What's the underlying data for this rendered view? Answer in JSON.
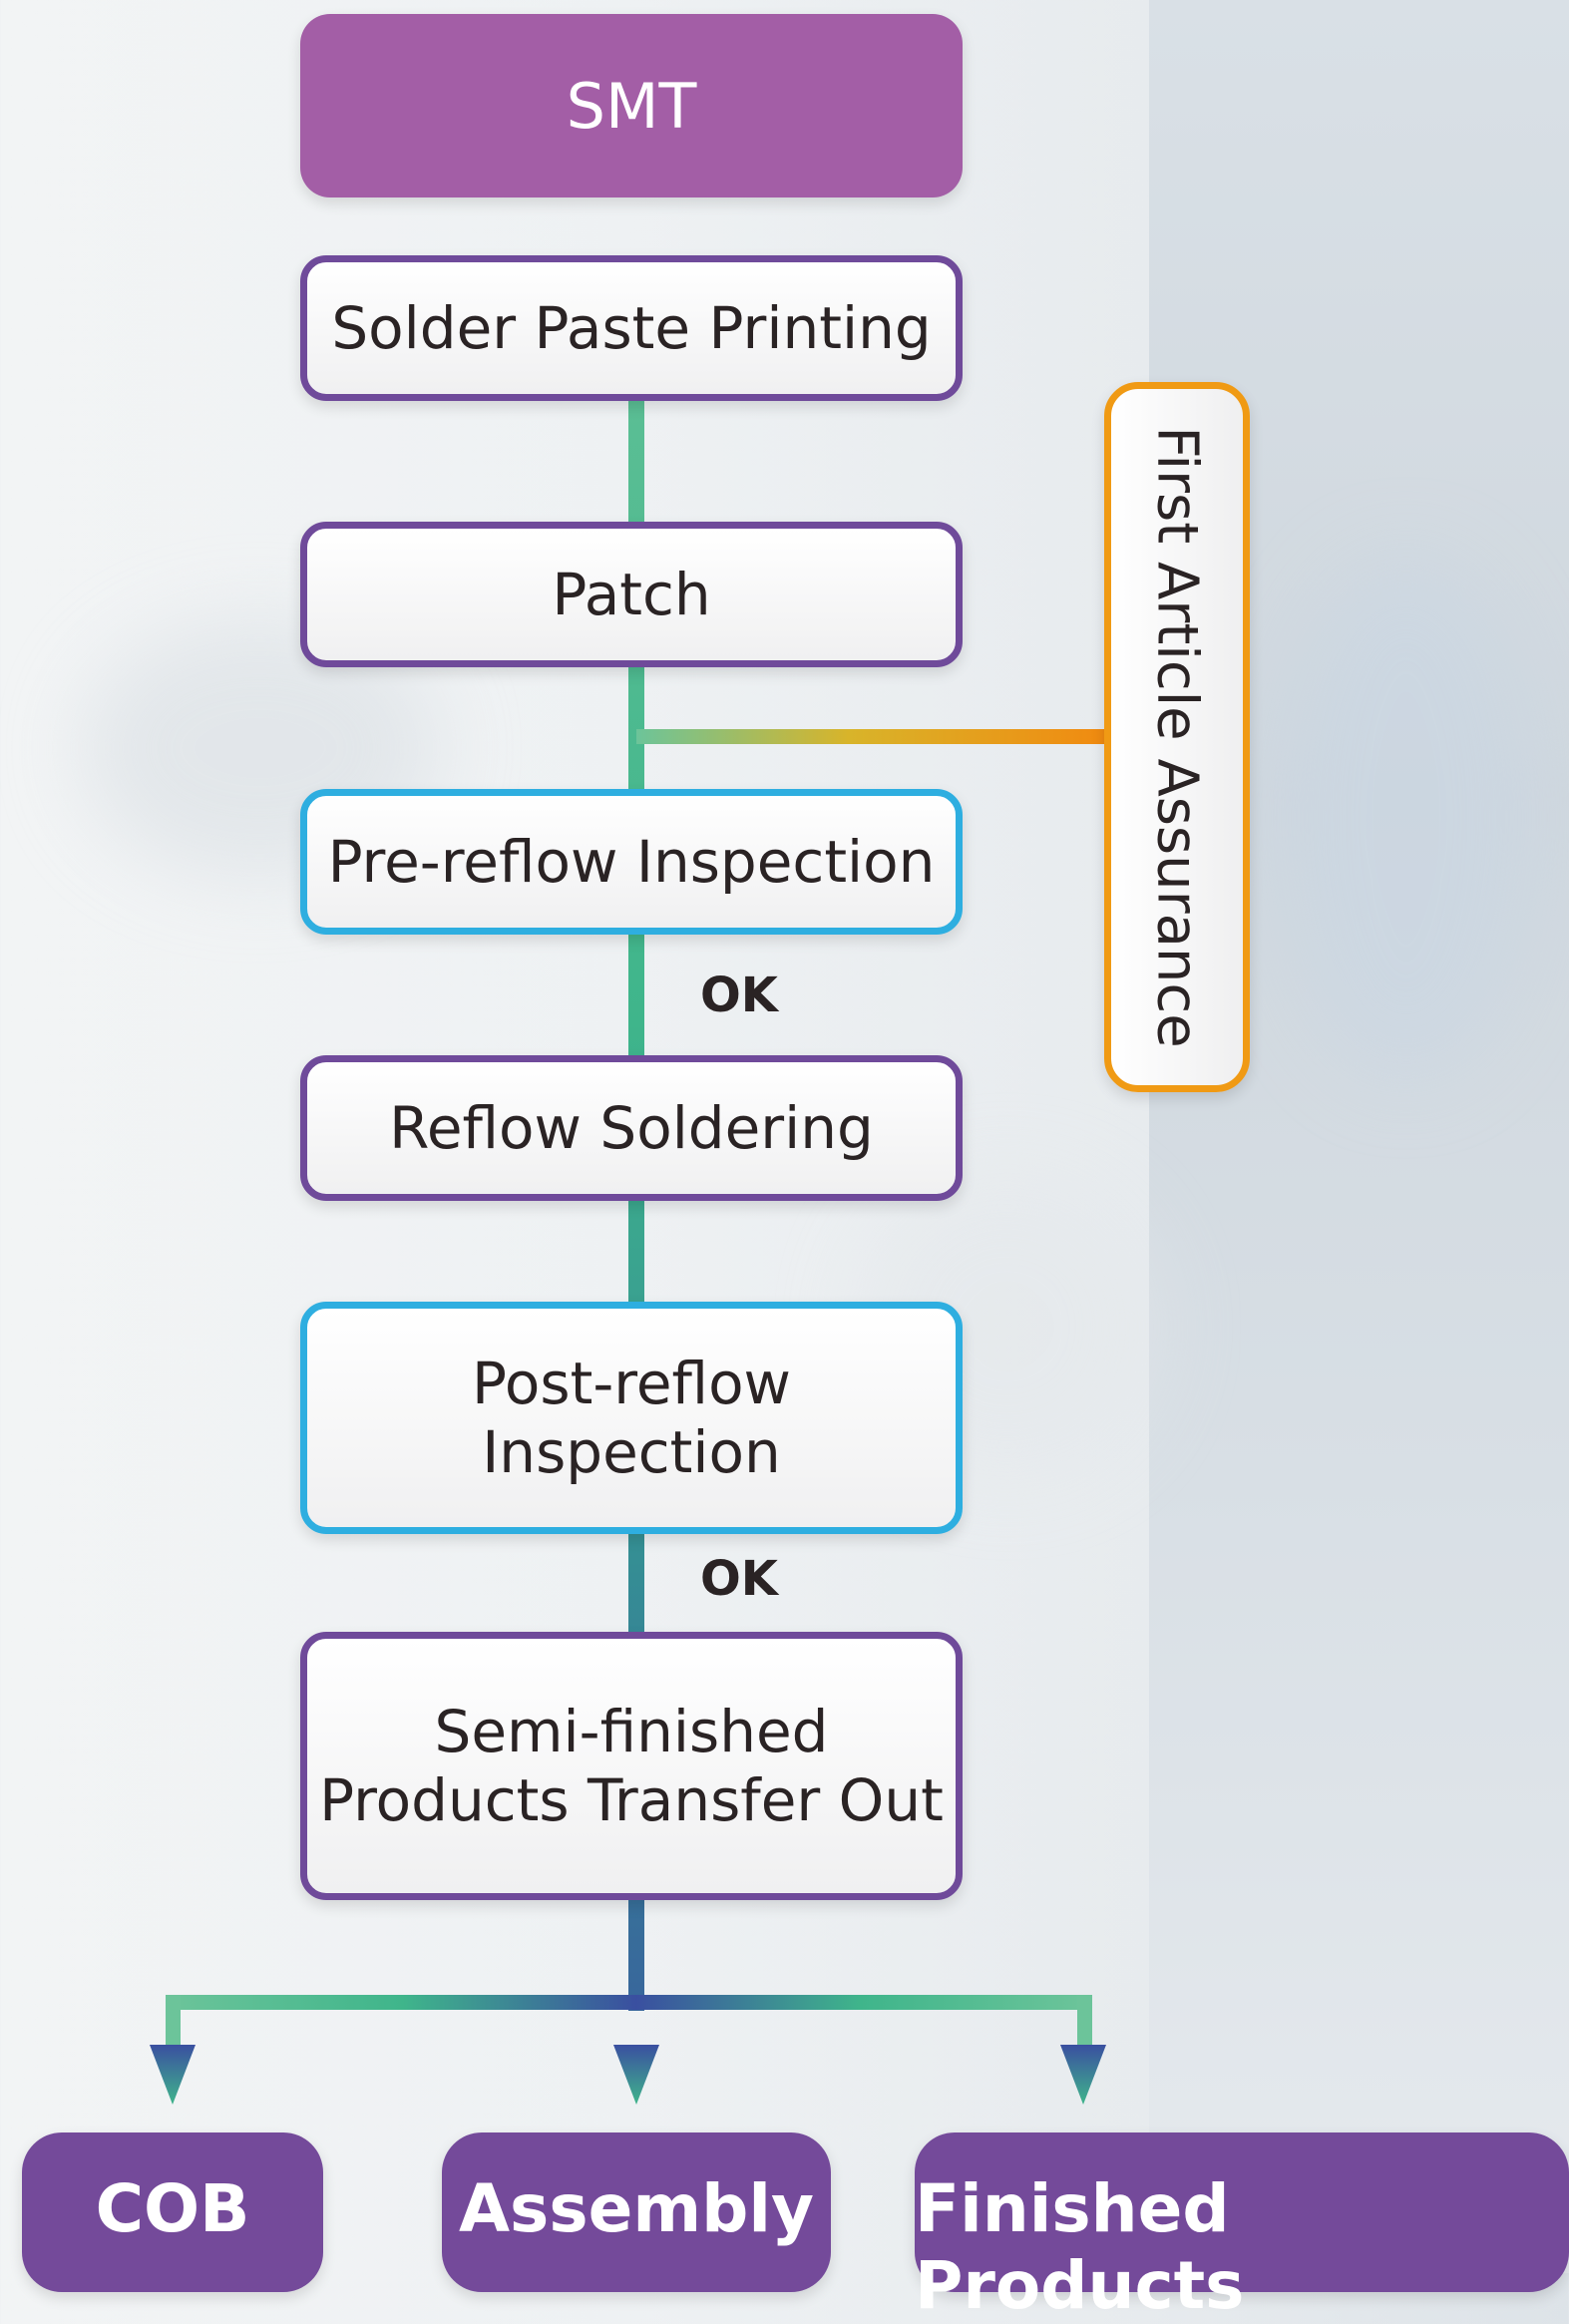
{
  "header": {
    "title": "SMT"
  },
  "steps": [
    {
      "label": "Solder Paste Printing"
    },
    {
      "label": "Patch"
    },
    {
      "label": "Pre-reflow Inspection"
    },
    {
      "label": "Reflow Soldering"
    },
    {
      "label": "Post-reflow\nInspection"
    },
    {
      "label": "Semi-finished\nProducts Transfer Out"
    }
  ],
  "side": {
    "label": "First Article Assurance"
  },
  "ok_labels": [
    "OK",
    "OK"
  ],
  "outputs": [
    "COB",
    "Assembly",
    "Finished Products"
  ],
  "colors": {
    "header": "#a35ea6",
    "process_border": "#6f4a9a",
    "inspection_border": "#2eaee0",
    "side_border": "#f09a14",
    "output_fill": "#744a9a",
    "connector_top": "#5bbf8f",
    "connector_bottom": "#3a4fa0"
  }
}
